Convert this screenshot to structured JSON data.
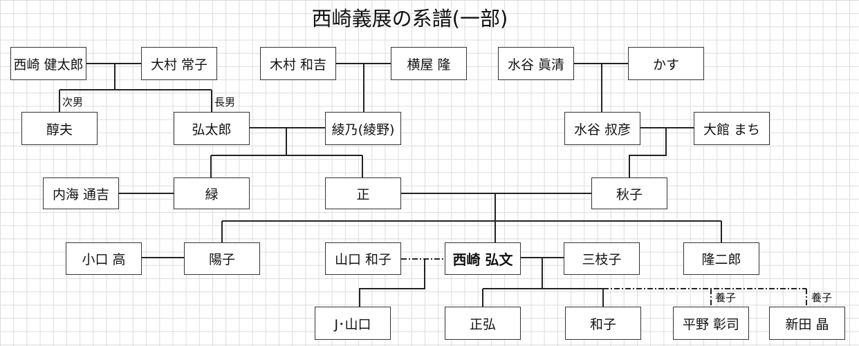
{
  "title": "西崎義展の系譜(一部)",
  "people": {
    "kentaro": "西崎 健太郎",
    "tsuneko": "大村 常子",
    "wakichi": "木村 和吉",
    "takashi_y": "横屋 隆",
    "masakiyo": "水谷 眞清",
    "kasu": "かす",
    "atsuo": "醇夫",
    "kotaro": "弘太郎",
    "ayano": "綾乃(綾野)",
    "toshihiko": "水谷 叔彦",
    "machi": "大館 まち",
    "michiyoshi": "内海 通吉",
    "midori": "緑",
    "tadashi": "正",
    "akiko": "秋子",
    "takashi_o": "小口 高",
    "yoko": "陽子",
    "kazuko_y": "山口 和子",
    "hirobumi": "西崎 弘文",
    "mieko": "三枝子",
    "ryujiro": "隆二郎",
    "j_yamaguchi": "J･山口",
    "masahiro": "正弘",
    "kazuko": "和子",
    "akiji": "平野 彰司",
    "akira": "新田 晶"
  },
  "labels": {
    "second_son": "次男",
    "eldest_son": "長男",
    "adopted_1": "養子",
    "adopted_2": "養子"
  }
}
